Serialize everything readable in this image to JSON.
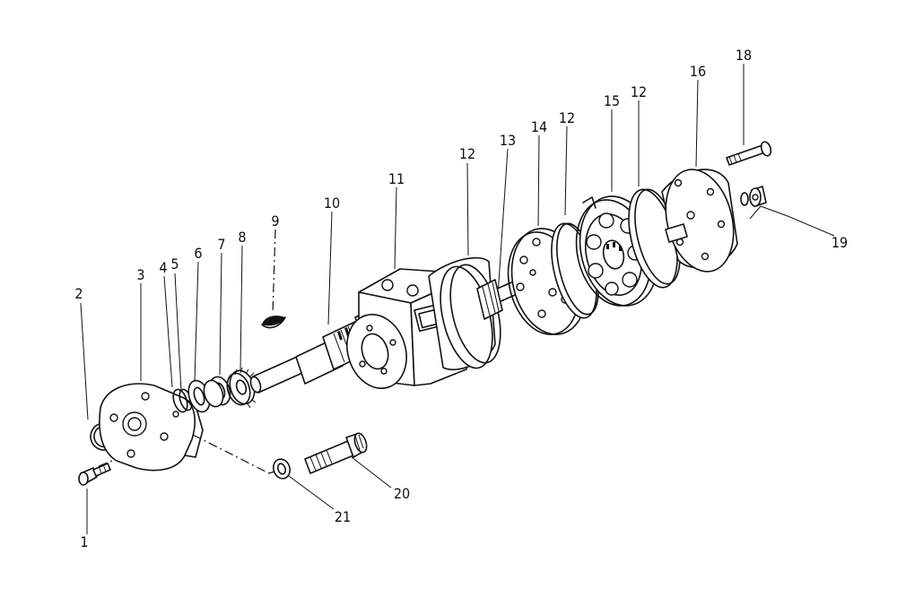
{
  "callouts": [
    {
      "id": "1",
      "label": "1"
    },
    {
      "id": "2",
      "label": "2"
    },
    {
      "id": "3",
      "label": "3"
    },
    {
      "id": "4",
      "label": "4"
    },
    {
      "id": "5",
      "label": "5"
    },
    {
      "id": "6",
      "label": "6"
    },
    {
      "id": "7",
      "label": "7"
    },
    {
      "id": "8",
      "label": "8"
    },
    {
      "id": "9",
      "label": "9"
    },
    {
      "id": "10",
      "label": "10"
    },
    {
      "id": "11",
      "label": "11"
    },
    {
      "id": "12a",
      "label": "12"
    },
    {
      "id": "13",
      "label": "13"
    },
    {
      "id": "14",
      "label": "14"
    },
    {
      "id": "12b",
      "label": "12"
    },
    {
      "id": "15",
      "label": "15"
    },
    {
      "id": "12c",
      "label": "12"
    },
    {
      "id": "16",
      "label": "16"
    },
    {
      "id": "18",
      "label": "18"
    },
    {
      "id": "19",
      "label": "19"
    },
    {
      "id": "20",
      "label": "20"
    },
    {
      "id": "21",
      "label": "21"
    }
  ]
}
